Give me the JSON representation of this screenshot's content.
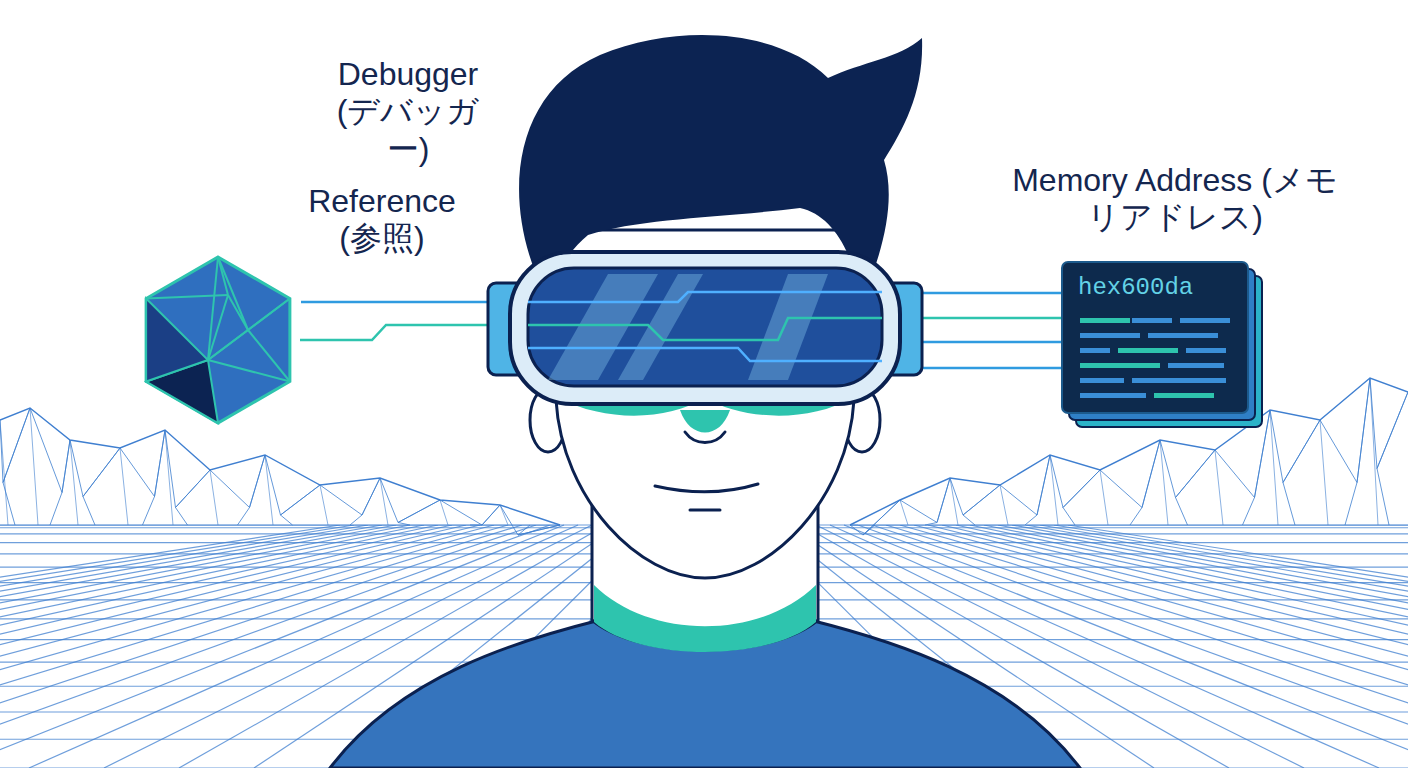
{
  "diagram": {
    "nodes": [
      {
        "text": [
          "Reference (参照)"
        ]
      },
      {
        "text": [
          "Debugger (デバッガー)"
        ]
      },
      {
        "text": [
          "Memory Address (メモリアドレス)",
          "hex600da"
        ]
      }
    ],
    "edges": [
      {
        "from": 0,
        "to": 1,
        "arrow": "none"
      },
      {
        "from": 1,
        "to": 2,
        "arrow": "none"
      }
    ]
  }
}
